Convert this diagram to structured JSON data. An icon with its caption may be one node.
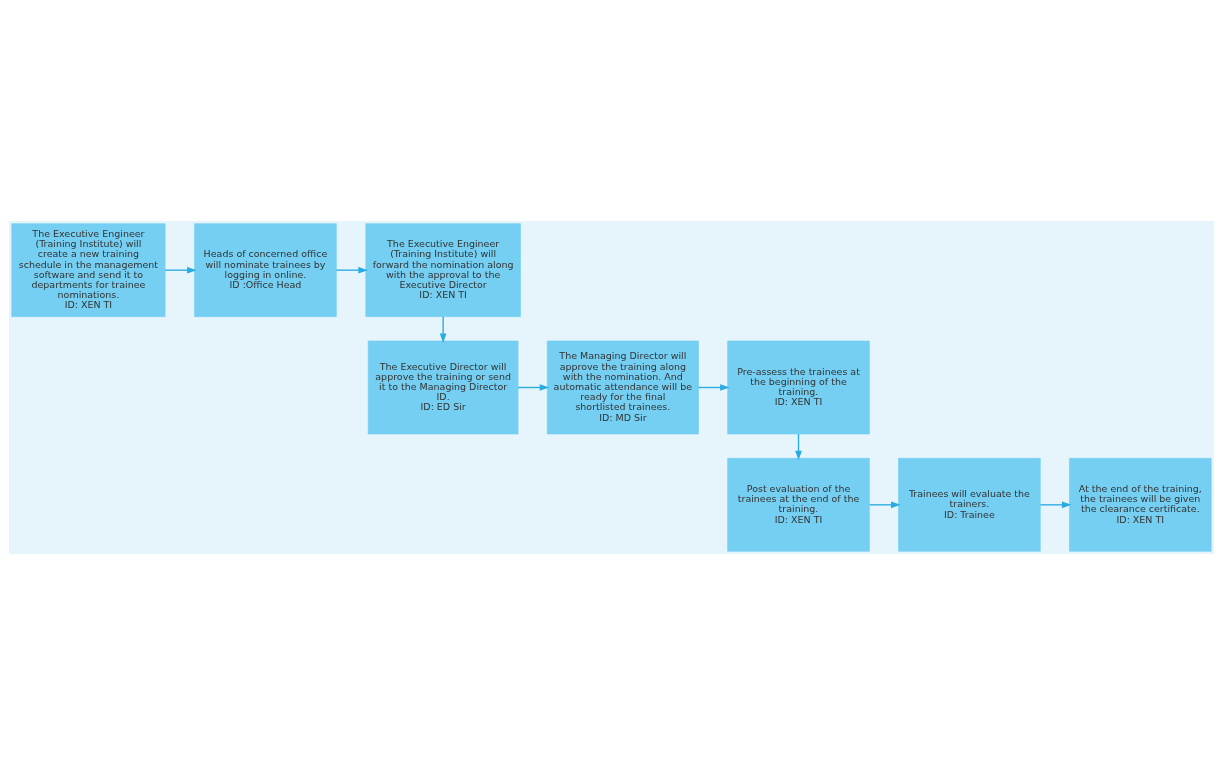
{
  "diagram": {
    "nodes": [
      {
        "text": [
          "The Executive Engineer (Training Institute) will create a new training schedule in the management software and send it to departments for trainee nominations.",
          "ID: XEN TI"
        ]
      },
      {
        "text": [
          "Heads of concerned office will nominate trainees by logging in online.",
          "ID :Office Head"
        ]
      },
      {
        "text": [
          "The Executive Engineer (Training Institute) will forward the nomination along with the approval to the Executive Director",
          "ID: XEN TI"
        ]
      },
      {
        "text": [
          "The Executive Director will approve the training or send it to the Managing Director ID.",
          "ID: ED Sir"
        ]
      },
      {
        "text": [
          "The Managing Director will approve the training along with the nomination. And automatic attendance will be ready for the final shortlisted trainees.",
          "ID: MD Sir"
        ]
      },
      {
        "text": [
          "Pre-assess the trainees at the beginning of the training.",
          "ID: XEN TI"
        ]
      },
      {
        "text": [
          "Post evaluation of the trainees at the end of the training.",
          "ID: XEN TI"
        ]
      },
      {
        "text": [
          "Trainees will evaluate the trainers.",
          "ID: Trainee"
        ]
      },
      {
        "text": [
          "At the end of the training, the trainees will be given the clearance certificate.",
          "ID: XEN TI"
        ]
      }
    ],
    "edges": [
      {
        "from": 0,
        "to": 1,
        "arrow": "to"
      },
      {
        "from": 1,
        "to": 2,
        "arrow": "to"
      },
      {
        "from": 2,
        "to": 3,
        "arrow": "to"
      },
      {
        "from": 3,
        "to": 4,
        "arrow": "to"
      },
      {
        "from": 4,
        "to": 5,
        "arrow": "to"
      },
      {
        "from": 5,
        "to": 6,
        "arrow": "to"
      },
      {
        "from": 6,
        "to": 7,
        "arrow": "to"
      },
      {
        "from": 7,
        "to": 8,
        "arrow": "to"
      }
    ]
  }
}
